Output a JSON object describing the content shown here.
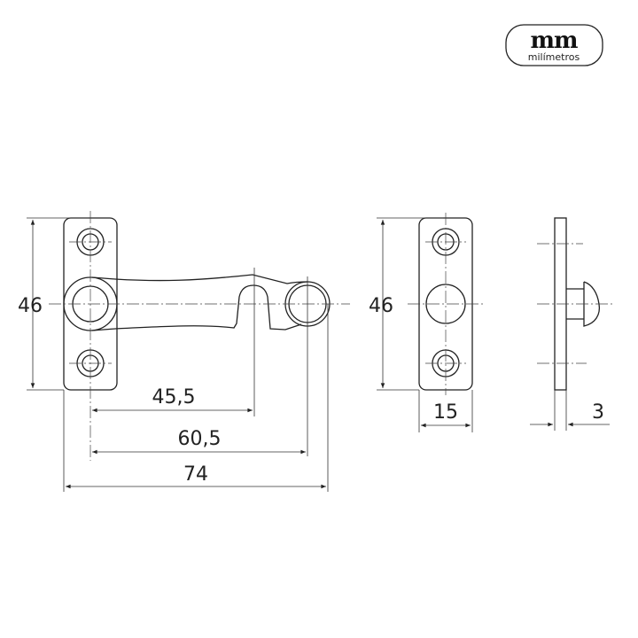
{
  "logo": {
    "mark": "mm",
    "caption": "milímetros"
  },
  "front_view": {
    "height_label": "46",
    "notch_distance_label": "45,5",
    "ring_distance_label": "60,5",
    "total_length_label": "74"
  },
  "plate_view": {
    "height_label": "46",
    "width_label": "15"
  },
  "side_view": {
    "thickness_label": "3"
  }
}
